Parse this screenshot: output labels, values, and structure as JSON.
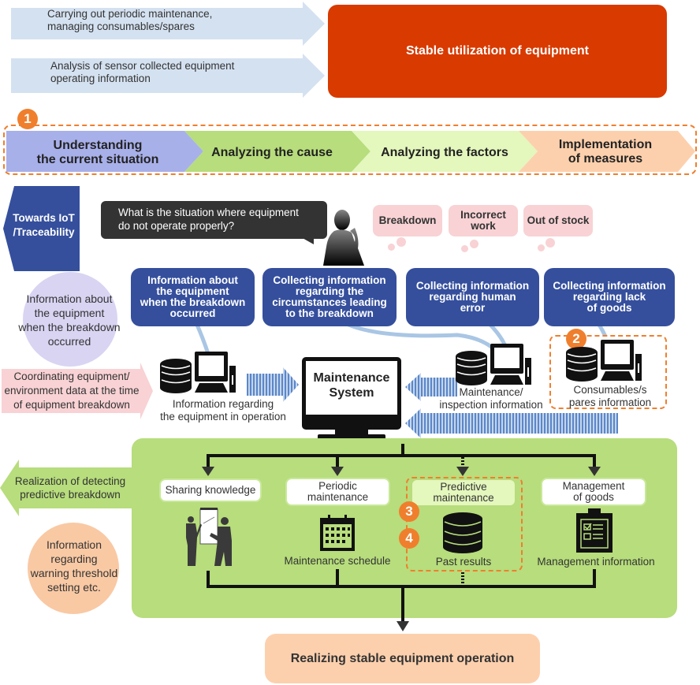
{
  "top": {
    "inputs": [
      {
        "label": "Carrying out periodic maintenance,\nmanaging consumables/spares"
      },
      {
        "label": "Analysis of sensor collected equipment\noperating information"
      }
    ],
    "goal": "Stable utilization of equipment"
  },
  "process": {
    "badge": "1",
    "steps": [
      {
        "label": "Understanding\nthe current situation",
        "color": "#a8b0ea"
      },
      {
        "label": "Analyzing the cause",
        "color": "#b7dd7c"
      },
      {
        "label": "Analyzing the factors",
        "color": "#e4f7bd"
      },
      {
        "label": "Implementation\nof measures",
        "color": "#fdd0ad"
      }
    ]
  },
  "iot": {
    "label": "Towards IoT\n/Traceability"
  },
  "question": {
    "text": "What is the situation where equipment\ndo not operate properly?"
  },
  "problems": [
    {
      "label": "Breakdown"
    },
    {
      "label": "Incorrect\nwork"
    },
    {
      "label": "Out of stock"
    }
  ],
  "collection_boxes": [
    {
      "label": "Information about\nthe equipment\nwhen the breakdown\noccurred"
    },
    {
      "label": "Collecting information\nregarding the\ncircumstances leading\nto the breakdown"
    },
    {
      "label": "Collecting information\nregarding human\nerror"
    },
    {
      "label": "Collecting information\nregarding lack\nof goods"
    }
  ],
  "left_notes": {
    "equipment_info": "Information about\nthe equipment\nwhen the breakdown\noccurred",
    "coordinating": "Coordinating equipment/\nenvironment data at the time\nof equipment breakdown",
    "realization": "Realization of detecting\npredictive breakdown",
    "threshold": "Information\nregarding\nwarning threshold\nsetting etc."
  },
  "sources": [
    {
      "label": "Information regarding\nthe equipment in operation",
      "icon": "database-computer-icon"
    },
    {
      "label": "Maintenance/\ninspection information",
      "icon": "database-computer-icon"
    },
    {
      "label": "Consumables/s\npares information",
      "icon": "database-computer-icon",
      "badge": "2"
    }
  ],
  "system": {
    "label": "Maintenance\nSystem"
  },
  "outputs": [
    {
      "label": "Sharing knowledge",
      "caption": "",
      "icon": "presentation-people-icon"
    },
    {
      "label": "Periodic\nmaintenance",
      "caption": "Maintenance schedule",
      "icon": "calendar-icon"
    },
    {
      "label": "Predictive\nmaintenance",
      "caption": "Past results",
      "icon": "database-icon",
      "badges": [
        "3",
        "4"
      ]
    },
    {
      "label": "Management\nof goods",
      "caption": "Management information",
      "icon": "clipboard-checklist-icon"
    }
  ],
  "result": "Realizing stable equipment operation",
  "colors": {
    "goal_red": "#d83a00",
    "navy": "#354f9d",
    "orange_badge": "#ef7f2d",
    "green_panel": "#b7dd7c",
    "light_blue_arrow": "#d4e1f0",
    "pink": "#f8d2d4",
    "peach": "#fdd0ad"
  }
}
